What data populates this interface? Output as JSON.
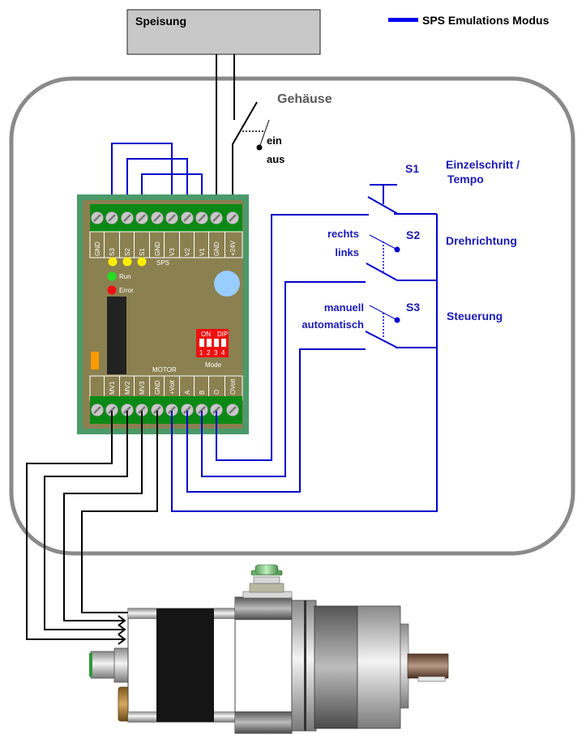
{
  "legend": {
    "label": "SPS Emulations Modus",
    "color": "#0000ee"
  },
  "power_supply": {
    "label": "Speisung"
  },
  "enclosure": {
    "label": "Gehäuse"
  },
  "main_switch": {
    "on_label": "ein",
    "off_label": "aus"
  },
  "board": {
    "top_terminals": [
      "GND",
      "S3",
      "S2",
      "S1",
      "GND",
      "V3",
      "V2",
      "V1",
      "GND",
      "+24V"
    ],
    "bottom_terminals": [
      "",
      "MV1",
      "MV2",
      "MV3",
      "GND",
      "+Volt",
      "A",
      "B",
      "O",
      "OVolt"
    ],
    "sps_label": "SPS",
    "run_label": "Run",
    "error_label": "Error",
    "motor_label": "MOTOR",
    "dip": {
      "on_label": "ON",
      "dip_label": "DIP",
      "numbers": [
        "1",
        "2",
        "3",
        "4"
      ],
      "mode_label": "Mode"
    }
  },
  "switches": [
    {
      "id": "S1",
      "description": "Einzelschritt /",
      "description2": "Tempo"
    },
    {
      "id": "S2",
      "description": "Drehrichtung",
      "upper": "rechts",
      "lower": "links"
    },
    {
      "id": "S3",
      "description": "Steuerung",
      "upper": "manuell",
      "lower": "automatisch"
    }
  ],
  "colors": {
    "wire_blue": "#0000cc",
    "wire_black": "#000000",
    "text_blue": "#1a1ab4",
    "pcb_green": "#0a8a14",
    "pcb_olive": "#8a8050",
    "pcb_border": "#4a9a6a"
  }
}
